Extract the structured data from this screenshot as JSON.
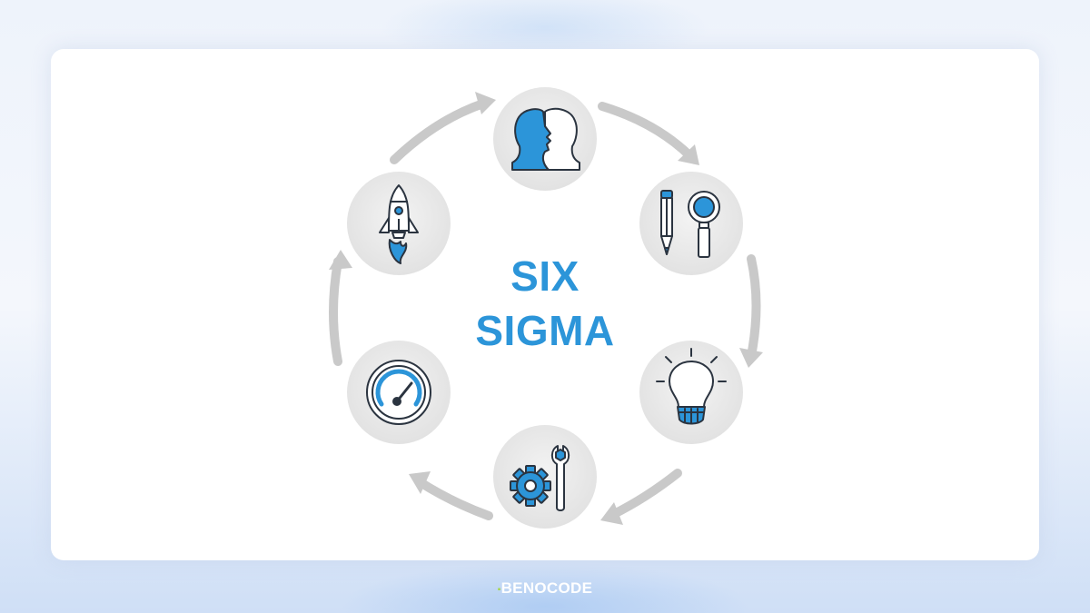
{
  "diagram": {
    "title_line1": "SIX",
    "title_line2": "SIGMA",
    "steps": [
      {
        "icon": "heads-icon"
      },
      {
        "icon": "pencil-magnifier-icon"
      },
      {
        "icon": "lightbulb-icon"
      },
      {
        "icon": "gear-wrench-icon"
      },
      {
        "icon": "speedometer-icon"
      },
      {
        "icon": "rocket-icon"
      }
    ]
  },
  "colors": {
    "accent": "#2c95d9",
    "arrow": "#c9c9c9",
    "circle": "#e7e7e7",
    "brand_green": "#a5d74a"
  },
  "footer": {
    "brand": "BENOCODE"
  }
}
